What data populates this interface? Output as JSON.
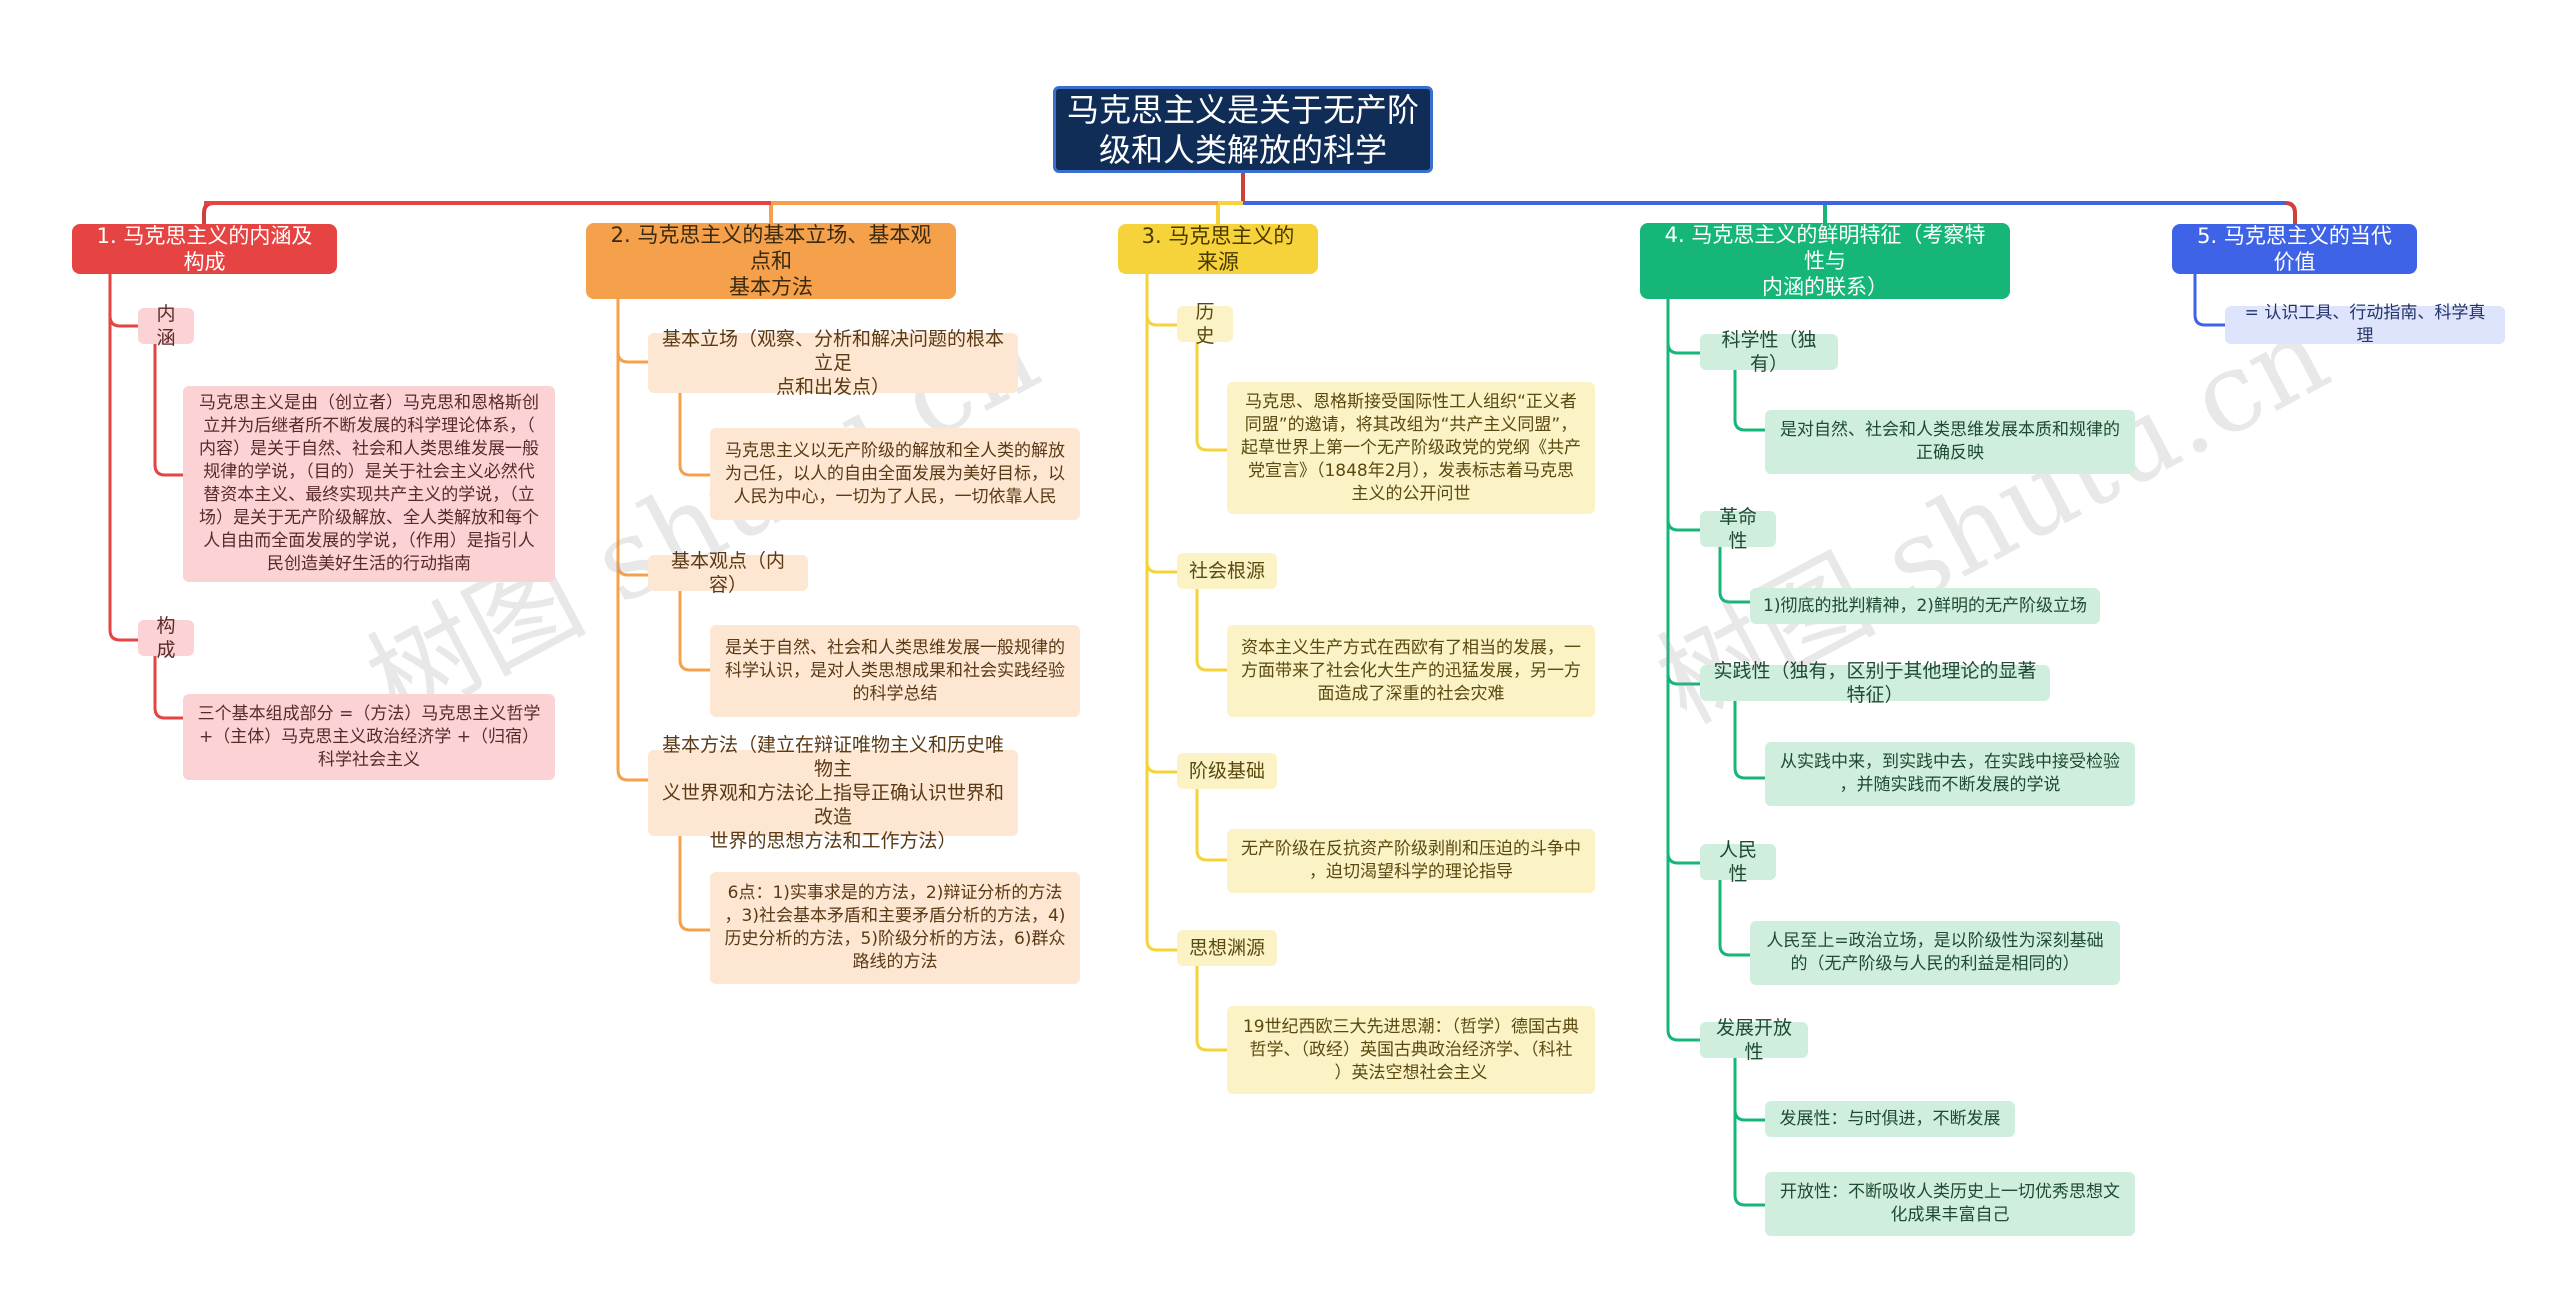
{
  "root": "马克思主义是关于无产阶\n级和人类解放的科学",
  "watermark": "树图 shutu.cn",
  "colors": {
    "b1": "#e64343",
    "b2": "#f5a04a",
    "b3": "#f6d33a",
    "b4": "#16b678",
    "b5": "#3f63e6",
    "root_bg": "#0f2d57"
  },
  "b1": {
    "title": "1. 马克思主义的内涵及构成",
    "neihan": "内涵",
    "neihan_text": "马克思主义是由（创立者）马克思和恩格斯创\n立并为后继者所不断发展的科学理论体系，（\n内容）是关于自然、社会和人类思维发展一般\n规律的学说，（目的）是关于社会主义必然代\n替资本主义、最终实现共产主义的学说，（立\n场）是关于无产阶级解放、全人类解放和每个\n人自由而全面发展的学说，（作用）是指引人\n民创造美好生活的行动指南",
    "goucheng": "构成",
    "goucheng_text": "三个基本组成部分 =（方法）马克思主义哲学\n+（主体）马克思主义政治经济学 +（归宿）\n科学社会主义"
  },
  "b2": {
    "title": "2. 马克思主义的基本立场、基本观点和\n基本方法",
    "lichang": "基本立场（观察、分析和解决问题的根本立足\n点和出发点）",
    "lichang_text": "马克思主义以无产阶级的解放和全人类的解放\n为己任，以人的自由全面发展为美好目标，以\n人民为中心，一切为了人民，一切依靠人民",
    "guandian": "基本观点（内容）",
    "guandian_text": "是关于自然、社会和人类思维发展一般规律的\n科学认识，是对人类思想成果和社会实践经验\n的科学总结",
    "fangfa": "基本方法（建立在辩证唯物主义和历史唯物主\n义世界观和方法论上指导正确认识世界和改造\n世界的思想方法和工作方法）",
    "fangfa_text": "6点：1)实事求是的方法，2)辩证分析的方法\n，3)社会基本矛盾和主要矛盾分析的方法，4)\n历史分析的方法，5)阶级分析的方法，6)群众\n路线的方法"
  },
  "b3": {
    "title": "3. 马克思主义的来源",
    "lishi": "历史",
    "lishi_text": "马克思、恩格斯接受国际性工人组织“正义者\n同盟”的邀请，将其改组为“共产主义同盟”，\n起草世界上第一个无产阶级政党的党纲《共产\n党宣言》（1848年2月），发表标志着马克思\n主义的公开问世",
    "shehui": "社会根源",
    "shehui_text": "资本主义生产方式在西欧有了相当的发展，一\n方面带来了社会化大生产的迅猛发展，另一方\n面造成了深重的社会灾难",
    "jieji": "阶级基础",
    "jieji_text": "无产阶级在反抗资产阶级剥削和压迫的斗争中\n，迫切渴望科学的理论指导",
    "sixiang": "思想渊源",
    "sixiang_text": "19世纪西欧三大先进思潮：（哲学）德国古典\n哲学、（政经）英国古典政治经济学、（科社\n）英法空想社会主义"
  },
  "b4": {
    "title": "4. 马克思主义的鲜明特征（考察特性与\n内涵的联系）",
    "kexue": "科学性（独有）",
    "kexue_text": "是对自然、社会和人类思维发展本质和规律的\n正确反映",
    "geming": "革命性",
    "geming_text": "1)彻底的批判精神，2)鲜明的无产阶级立场",
    "shijian": "实践性（独有，区别于其他理论的显著特征）",
    "shijian_text": "从实践中来，到实践中去，在实践中接受检验\n，并随实践而不断发展的学说",
    "renmin": "人民性",
    "renmin_text": "人民至上=政治立场，是以阶级性为深刻基础\n的（无产阶级与人民的利益是相同的）",
    "fazhan": "发展开放性",
    "fazhan_text1": "发展性：与时俱进，不断发展",
    "fazhan_text2": "开放性：不断吸收人类历史上一切优秀思想文\n化成果丰富自己"
  },
  "b5": {
    "title": "5. 马克思主义的当代价值",
    "text": "= 认识工具、行动指南、科学真理"
  }
}
